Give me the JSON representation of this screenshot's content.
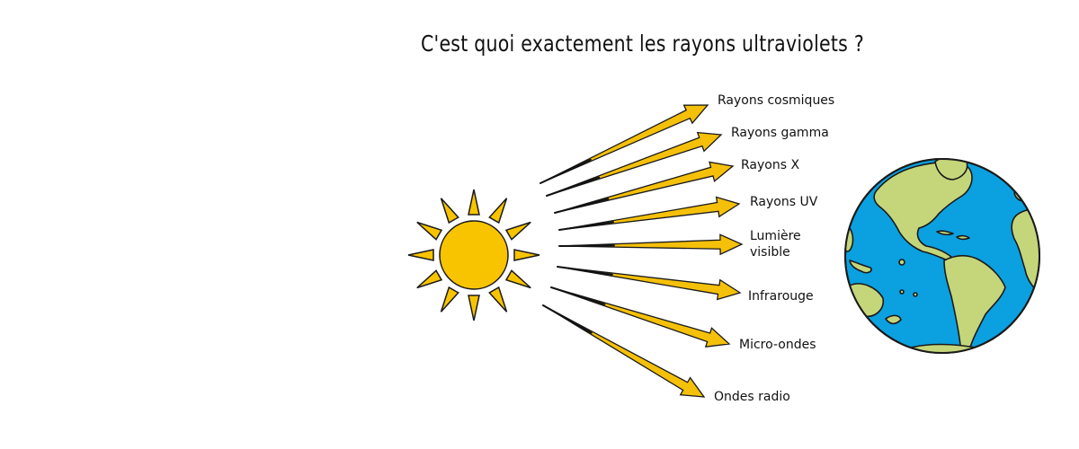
{
  "title": "C'est quoi exactement les rayons ultraviolets ?",
  "colors": {
    "sun_fill": "#F8C400",
    "arrow_fill": "#F5C00A",
    "ocean": "#0BA0E0",
    "land": "#C5D67A",
    "outline": "#1a1a1a"
  },
  "rays": [
    {
      "label": "Rayons cosmiques"
    },
    {
      "label": "Rayons gamma"
    },
    {
      "label": "Rayons X"
    },
    {
      "label": "Rayons UV"
    },
    {
      "label_line1": "Lumière",
      "label_line2": "visible"
    },
    {
      "label": "Infrarouge"
    },
    {
      "label": "Micro-ondes"
    },
    {
      "label": "Ondes radio"
    }
  ],
  "illustrations": {
    "source": "sun-icon",
    "target": "earth-globe-icon"
  }
}
